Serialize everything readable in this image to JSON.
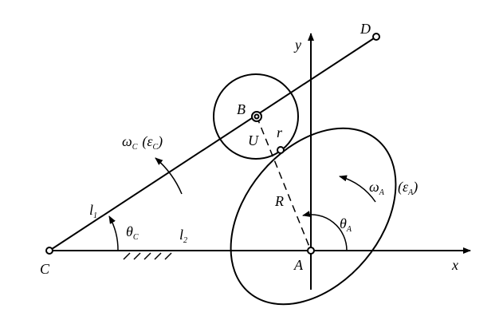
{
  "labels": {
    "C": "C",
    "D": "D",
    "B": "B",
    "A": "A",
    "U": "U",
    "r": "r",
    "R": "R",
    "x": "x",
    "y": "y",
    "l1": "l",
    "l1_sub": "1",
    "l2": "l",
    "l2_sub": "2",
    "theta_c": "θ",
    "theta_c_sub": "C",
    "theta_a": "θ",
    "theta_a_sub": "A",
    "omega_c": "ω",
    "omega_c_sub": "C",
    "eps_c": "(ε",
    "eps_c_sub": "C",
    "eps_c_close": ")",
    "omega_a": "ω",
    "omega_a_sub": "A",
    "eps_a": "(ε",
    "eps_a_sub": "A",
    "eps_a_close": ")"
  }
}
